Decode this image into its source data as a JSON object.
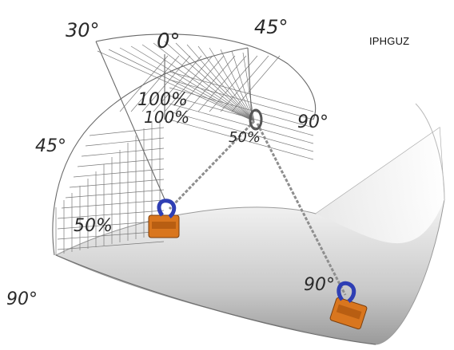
{
  "model_code": "IPHGUZ",
  "angle_labels": {
    "zero": "0°",
    "thirty": "30°",
    "forty_five_top": "45°",
    "forty_five_left": "45°",
    "ninety_left": "90°",
    "ninety_right": "90°",
    "ninety_bottom": "90°"
  },
  "capacity_labels": {
    "hundred_a": "100%",
    "hundred_b": "100%",
    "fifty_left": "50%",
    "fifty_right": "50%"
  },
  "colors": {
    "clamp_body": "#d9761e",
    "clamp_shackle": "#2f3fb4",
    "chain": "#8e8e8e",
    "grid": "#7a7a7a",
    "sheet_shade": "#b5b5b5"
  }
}
